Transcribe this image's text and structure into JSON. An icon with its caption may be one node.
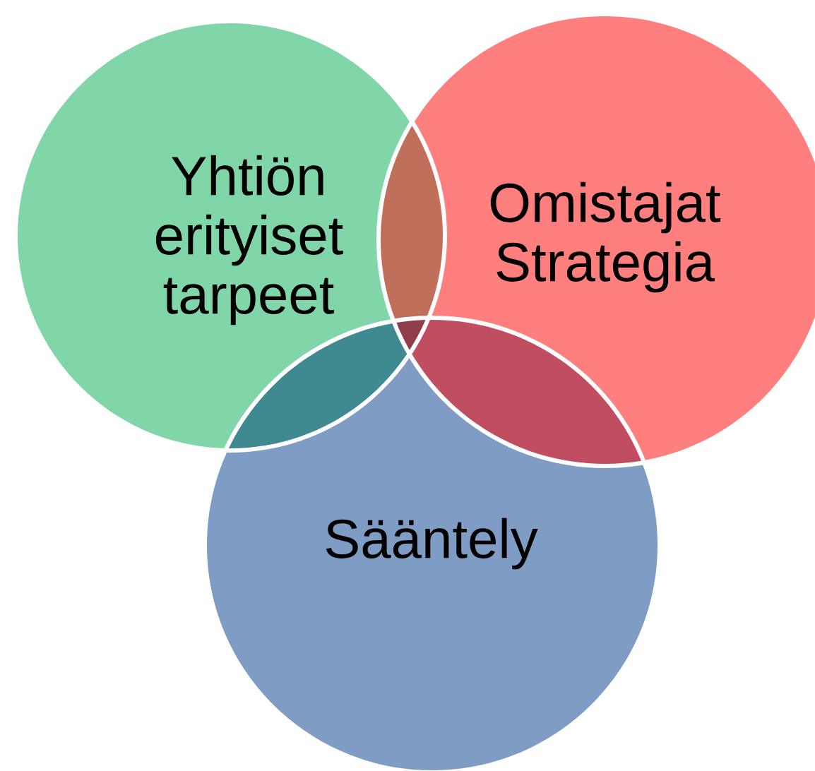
{
  "diagram": {
    "nodes": [
      {
        "text": [
          "Yhtiön erityiset tarpeet"
        ]
      },
      {
        "text": [
          "Omistajat Strategia"
        ]
      },
      {
        "text": [
          "Sääntely"
        ]
      }
    ]
  }
}
